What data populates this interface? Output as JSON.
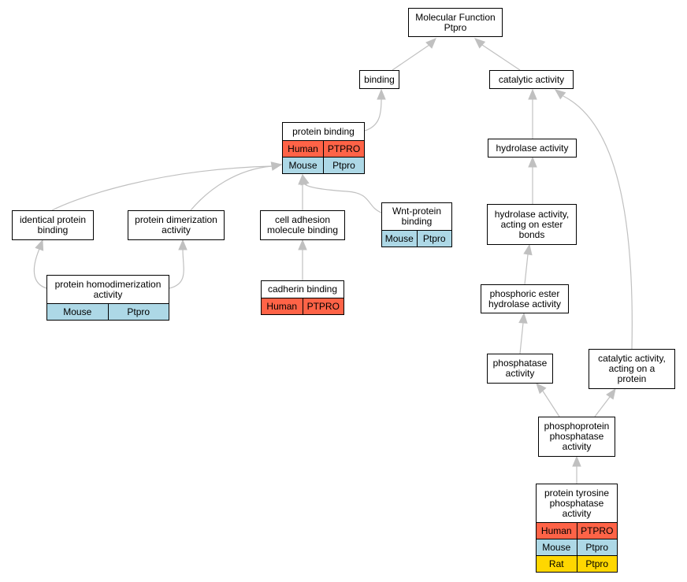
{
  "graph": {
    "colors": {
      "edge": "#c0c0c0",
      "Human": "#ff6347",
      "Mouse": "#add8e6",
      "Rat": "#ffd700"
    },
    "nodes": [
      {
        "id": "molecular-function",
        "label": "Molecular Function\nPtpro",
        "annotations": []
      },
      {
        "id": "binding",
        "label": "binding",
        "annotations": []
      },
      {
        "id": "catalytic-activity",
        "label": "catalytic activity",
        "annotations": []
      },
      {
        "id": "protein-binding",
        "label": "protein binding",
        "annotations": [
          {
            "species": "Human",
            "gene": "PTPRO"
          },
          {
            "species": "Mouse",
            "gene": "Ptpro"
          }
        ]
      },
      {
        "id": "hydrolase-activity",
        "label": "hydrolase activity",
        "annotations": []
      },
      {
        "id": "identical-protein-binding",
        "label": "identical protein\nbinding",
        "annotations": []
      },
      {
        "id": "protein-dimerization-activity",
        "label": "protein dimerization\nactivity",
        "annotations": []
      },
      {
        "id": "cell-adhesion-molecule-binding",
        "label": "cell adhesion\nmolecule binding",
        "annotations": []
      },
      {
        "id": "wnt-protein-binding",
        "label": "Wnt-protein\nbinding",
        "annotations": [
          {
            "species": "Mouse",
            "gene": "Ptpro"
          }
        ]
      },
      {
        "id": "hydrolase-activity-ester-bonds",
        "label": "hydrolase activity,\nacting on ester\nbonds",
        "annotations": []
      },
      {
        "id": "protein-homodimerization-activity",
        "label": "protein homodimerization\nactivity",
        "annotations": [
          {
            "species": "Mouse",
            "gene": "Ptpro"
          }
        ]
      },
      {
        "id": "cadherin-binding",
        "label": "cadherin binding",
        "annotations": [
          {
            "species": "Human",
            "gene": "PTPRO"
          }
        ]
      },
      {
        "id": "phosphoric-ester-hydrolase-activity",
        "label": "phosphoric ester\nhydrolase activity",
        "annotations": []
      },
      {
        "id": "phosphatase-activity",
        "label": "phosphatase\nactivity",
        "annotations": []
      },
      {
        "id": "catalytic-activity-on-protein",
        "label": "catalytic activity,\nacting on a\nprotein",
        "annotations": []
      },
      {
        "id": "phosphoprotein-phosphatase-activity",
        "label": "phosphoprotein\nphosphatase\nactivity",
        "annotations": []
      },
      {
        "id": "protein-tyrosine-phosphatase-activity",
        "label": "protein tyrosine\nphosphatase\nactivity",
        "annotations": [
          {
            "species": "Human",
            "gene": "PTPRO"
          },
          {
            "species": "Mouse",
            "gene": "Ptpro"
          },
          {
            "species": "Rat",
            "gene": "Ptpro"
          }
        ]
      }
    ],
    "edges": [
      {
        "from": "binding",
        "to": "molecular-function"
      },
      {
        "from": "catalytic-activity",
        "to": "molecular-function"
      },
      {
        "from": "protein-binding",
        "to": "binding"
      },
      {
        "from": "hydrolase-activity",
        "to": "catalytic-activity"
      },
      {
        "from": "catalytic-activity-on-protein",
        "to": "catalytic-activity"
      },
      {
        "from": "identical-protein-binding",
        "to": "protein-binding"
      },
      {
        "from": "protein-dimerization-activity",
        "to": "protein-binding"
      },
      {
        "from": "cell-adhesion-molecule-binding",
        "to": "protein-binding"
      },
      {
        "from": "wnt-protein-binding",
        "to": "protein-binding"
      },
      {
        "from": "hydrolase-activity-ester-bonds",
        "to": "hydrolase-activity"
      },
      {
        "from": "protein-homodimerization-activity",
        "to": "identical-protein-binding"
      },
      {
        "from": "protein-homodimerization-activity",
        "to": "protein-dimerization-activity"
      },
      {
        "from": "cadherin-binding",
        "to": "cell-adhesion-molecule-binding"
      },
      {
        "from": "phosphoric-ester-hydrolase-activity",
        "to": "hydrolase-activity-ester-bonds"
      },
      {
        "from": "phosphatase-activity",
        "to": "phosphoric-ester-hydrolase-activity"
      },
      {
        "from": "phosphoprotein-phosphatase-activity",
        "to": "phosphatase-activity"
      },
      {
        "from": "phosphoprotein-phosphatase-activity",
        "to": "catalytic-activity-on-protein"
      },
      {
        "from": "protein-tyrosine-phosphatase-activity",
        "to": "phosphoprotein-phosphatase-activity"
      }
    ]
  }
}
